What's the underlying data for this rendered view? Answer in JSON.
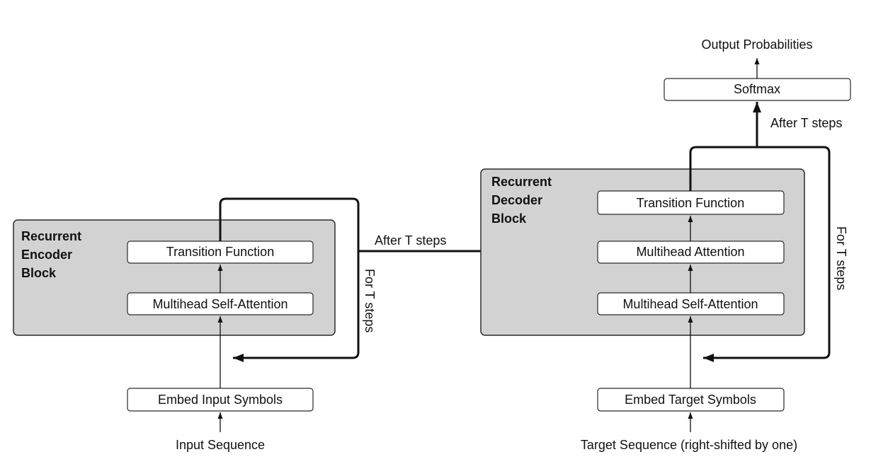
{
  "encoder": {
    "block_title": [
      "Recurrent",
      "Encoder",
      "Block"
    ],
    "transition_function": "Transition Function",
    "self_attention": "Multihead Self-Attention",
    "embed": "Embed Input Symbols",
    "input_label": "Input Sequence",
    "loop_label": "For T steps"
  },
  "decoder": {
    "block_title": [
      "Recurrent",
      "Decoder",
      "Block"
    ],
    "transition_function": "Transition Function",
    "attention": "Multihead Attention",
    "self_attention": "Multihead Self-Attention",
    "embed": "Embed Target Symbols",
    "input_label": "Target Sequence (right-shifted by one)",
    "loop_label": "For T steps"
  },
  "bridge_label": "After T steps",
  "output": {
    "after_label": "After T steps",
    "softmax": "Softmax",
    "probabilities": "Output Probabilities"
  }
}
